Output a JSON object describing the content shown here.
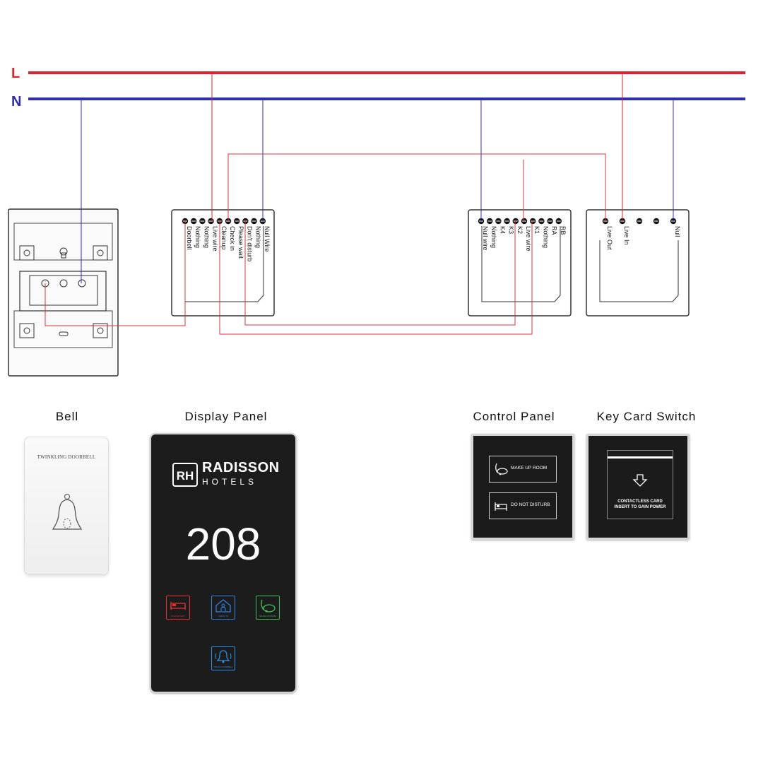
{
  "rails": {
    "live_letter": "L",
    "null_letter": "N",
    "live_color": "#e0202a",
    "null_color": "#2b2fb0",
    "signal_color": "#d9363e"
  },
  "display_module": {
    "terminals": [
      "Doorbell",
      "Nothing",
      "Nothing",
      "Live wire",
      "Cleanup",
      "Check in",
      "Please wait",
      "Don't disturb",
      "Nothing",
      "Null Wire"
    ]
  },
  "control_module": {
    "terminals": [
      "Null wire",
      "Nothing",
      "K4",
      "K3",
      "K2",
      "Live wire",
      "K1",
      "Nothing",
      "RA",
      "RB"
    ]
  },
  "keycard_module": {
    "terminals": [
      "Live Out",
      "Live In",
      "",
      "",
      "Null"
    ]
  },
  "labels": {
    "bell": "Bell",
    "display_panel": "Display Panel",
    "control_panel": "Control Panel",
    "key_card_switch": "Key Card Switch"
  },
  "bell_device": {
    "text": "TWINKLING DOORBELL"
  },
  "display_panel": {
    "brand_mark": "RH",
    "brand_line1": "RADISSON",
    "brand_line2": "HOTELS",
    "room_number": "208",
    "buttons": [
      {
        "label": "PLEASE WAIT",
        "color": "#e8302f",
        "icon": "bed-icon"
      },
      {
        "label": "CHECK IN",
        "color": "#2f7fe0",
        "icon": "house-person-icon"
      },
      {
        "label": "MAKE UP ROOM",
        "color": "#3fbf5a",
        "icon": "vacuum-icon"
      },
      {
        "label": "TOUCH DOORBELL",
        "color": "#2f8fe8",
        "icon": "bell-icon"
      }
    ]
  },
  "control_panel": {
    "buttons": [
      {
        "label": "MAKE UP ROOM",
        "icon": "vacuum-icon"
      },
      {
        "label": "DO NOT DISTURB",
        "icon": "bed-icon"
      }
    ]
  },
  "key_card": {
    "line1": "CONTACTLESS CARD",
    "line2": "INSERT TO GAIN POWER"
  }
}
